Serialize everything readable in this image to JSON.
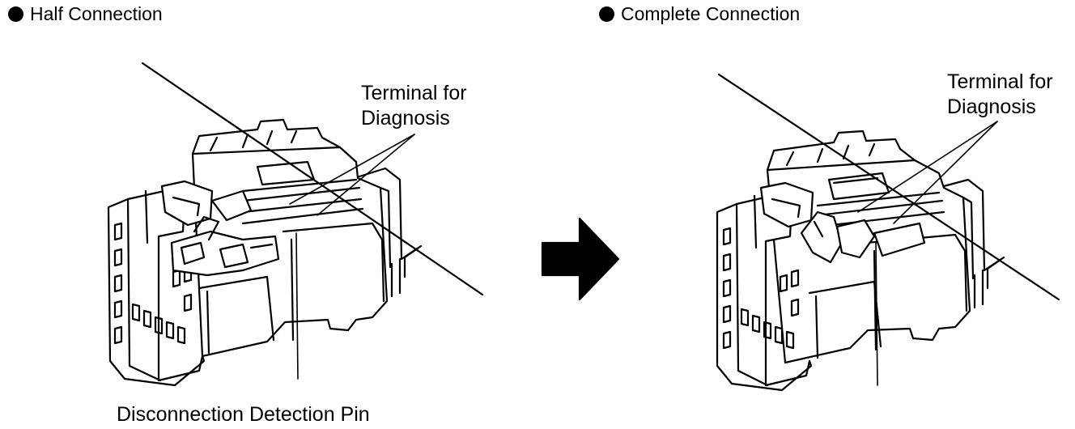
{
  "headings": {
    "half": "Half Connection",
    "complete": "Complete Connection"
  },
  "labels": {
    "terminal_left": "Terminal for\nDiagnosis",
    "terminal_right": "Terminal for\nDiagnosis",
    "detection_pin": "Disconnection Detection Pin"
  },
  "icons": {
    "bullet": "filled-circle-bullet",
    "arrow": "right-arrow"
  },
  "colors": {
    "ink": "#000000",
    "paper": "#ffffff"
  }
}
